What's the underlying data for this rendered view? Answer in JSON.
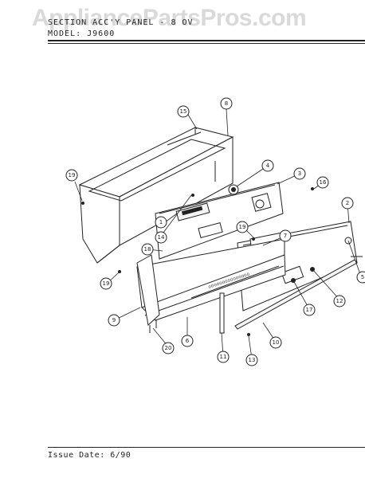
{
  "watermark": "AppliancePartsPros.com",
  "header": {
    "section_line": "SECTION  ACC'Y PANEL  - 8 OV",
    "model_line": "MODEL:  J9600"
  },
  "footer": {
    "issue_date": "Issue Date: 6/90"
  },
  "callouts": {
    "c1": "1",
    "c2": "2",
    "c3": "3",
    "c4": "4",
    "c5": "5",
    "c6": "6",
    "c7": "7",
    "c8": "8",
    "c9": "9",
    "c10": "10",
    "c11": "11",
    "c12": "12",
    "c13": "13",
    "c14": "14",
    "c15": "15",
    "c16": "16",
    "c17": "17",
    "c18": "18",
    "c19a": "19",
    "c19b": "19",
    "c19c": "19",
    "c20": "20"
  }
}
